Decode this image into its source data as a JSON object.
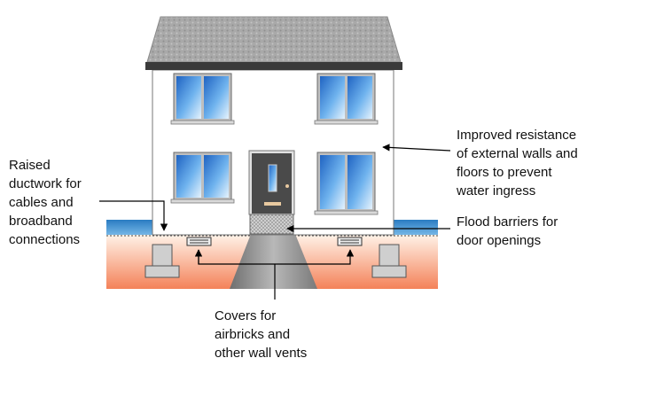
{
  "labels": {
    "ductwork": "Raised\nductwork for\ncables and\nbroadband\nconnections",
    "walls": "Improved resistance\nof external walls and\nfloors to prevent\nwater ingress",
    "barriers": "Flood barriers for\ndoor openings",
    "airbricks": "Covers for\nairbricks and\nother wall vents"
  },
  "colors": {
    "roof": "#a8a8a8",
    "roof_trim": "#3a3a3a",
    "wall": "#ffffff",
    "ground_light": "#fff1e6",
    "ground_dark": "#f4855c",
    "water": "#2e86c9",
    "window_glass": "#2f7fd6",
    "window_frame": "#bfbfbf",
    "door": "#4a4a4a",
    "footing": "#cfcfcf",
    "path": "#8a8a8a"
  },
  "icons": {
    "flood_barrier": "mesh-barrier-icon",
    "airbrick_cover": "vent-cover-icon"
  }
}
